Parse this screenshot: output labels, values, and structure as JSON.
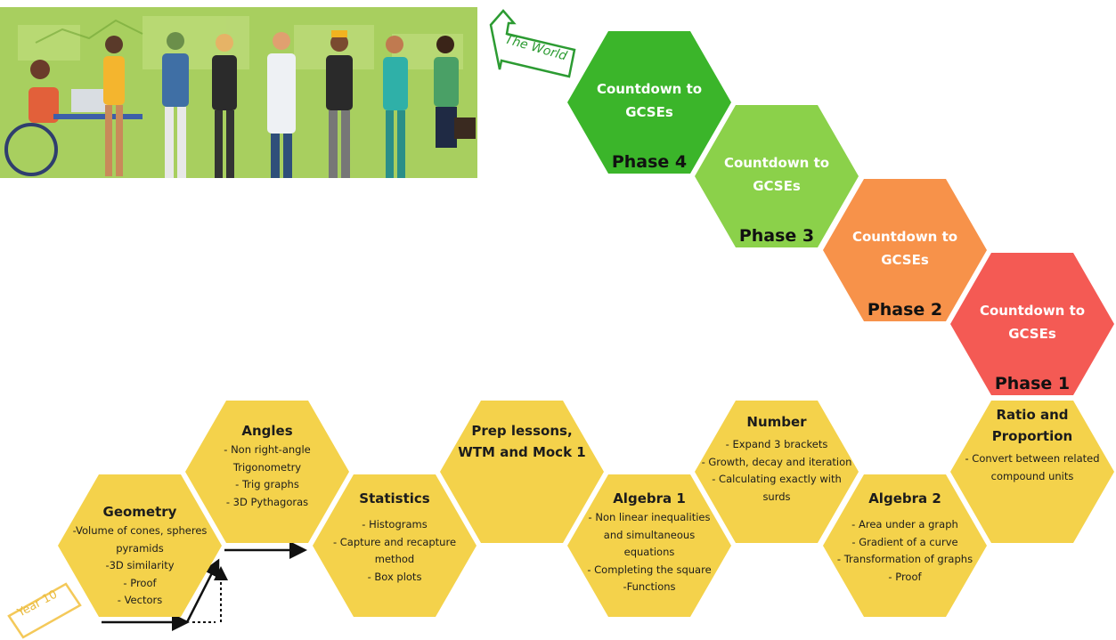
{
  "colors": {
    "yellow": "#f4d24b",
    "phase4": "#3bb52a",
    "phase3": "#8bd14a",
    "phase2": "#f7924a",
    "phase1": "#f45a54"
  },
  "illustration": {
    "subject": "diverse group of workers and professionals"
  },
  "tags": {
    "world": "The World",
    "year": "Year 10"
  },
  "phases": [
    {
      "countdown": [
        "Countdown to",
        "GCSEs"
      ],
      "label": "Phase 4"
    },
    {
      "countdown": [
        "Countdown to",
        "GCSEs"
      ],
      "label": "Phase 3"
    },
    {
      "countdown": [
        "Countdown to",
        "GCSEs"
      ],
      "label": "Phase 2"
    },
    {
      "countdown": [
        "Countdown to",
        "GCSEs"
      ],
      "label": "Phase 1"
    }
  ],
  "topics": [
    {
      "title": [
        "Geometry"
      ],
      "lines": [
        "-Volume of cones, spheres",
        "pyramids",
        "-3D similarity",
        "- Proof",
        "- Vectors"
      ]
    },
    {
      "title": [
        "Angles"
      ],
      "lines": [
        "- Non right-angle",
        "Trigonometry",
        "- Trig graphs",
        "- 3D Pythagoras"
      ]
    },
    {
      "title": [
        "Statistics"
      ],
      "lines": [
        "- Histograms",
        "- Capture and recapture",
        "method",
        "- Box plots"
      ]
    },
    {
      "title": [
        "Prep lessons,",
        "WTM and Mock 1"
      ],
      "lines": []
    },
    {
      "title": [
        "Algebra 1"
      ],
      "lines": [
        "- Non linear inequalities",
        "and simultaneous",
        "equations",
        "- Completing the square",
        "-Functions"
      ]
    },
    {
      "title": [
        "Number"
      ],
      "lines": [
        "- Expand 3 brackets",
        "- Growth, decay and iteration",
        "- Calculating exactly with",
        "surds"
      ]
    },
    {
      "title": [
        "Algebra 2"
      ],
      "lines": [
        "- Area under a graph",
        "- Gradient of a curve",
        "- Transformation of graphs",
        "- Proof"
      ]
    },
    {
      "title": [
        "Ratio and",
        "Proportion"
      ],
      "lines": [
        "- Convert between related",
        "compound units"
      ]
    }
  ]
}
